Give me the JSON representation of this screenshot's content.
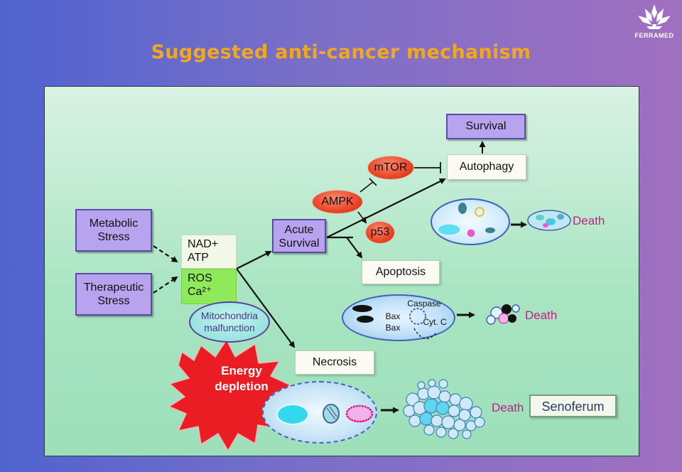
{
  "title": "Suggested anti-cancer mechanism",
  "logo": {
    "text": "FERRAMED",
    "icon": "lotus-flower-icon"
  },
  "diagram": {
    "metabolic_stress": "Metabolic\nStress",
    "therapeutic_stress": "Therapeutic\nStress",
    "nad_atp": "NAD+\nATP",
    "ros_ca": "ROS\nCa²⁺",
    "mitochondria": "Mitochondria\nmalfunction",
    "acute_survival": "Acute\nSurvival",
    "ampk": "AMPK",
    "mtor": "mTOR",
    "p53": "p53",
    "autophagy": "Autophagy",
    "survival": "Survival",
    "apoptosis": "Apoptosis",
    "necrosis": "Necrosis",
    "energy_depletion": "Energy\ndepletion",
    "caspase": "Caspase",
    "bax1": "Bax",
    "bax2": "Bax",
    "cytc": "Cyt. C",
    "death1": "Death",
    "death2": "Death",
    "death3": "Death",
    "senoferum": "Senoferum"
  },
  "colors": {
    "title": "#f2a81d",
    "purple_box": "#b8a3ef",
    "red_oval": "#ec4427",
    "death_text": "#c21f86",
    "panel": "#a9e5c2"
  }
}
